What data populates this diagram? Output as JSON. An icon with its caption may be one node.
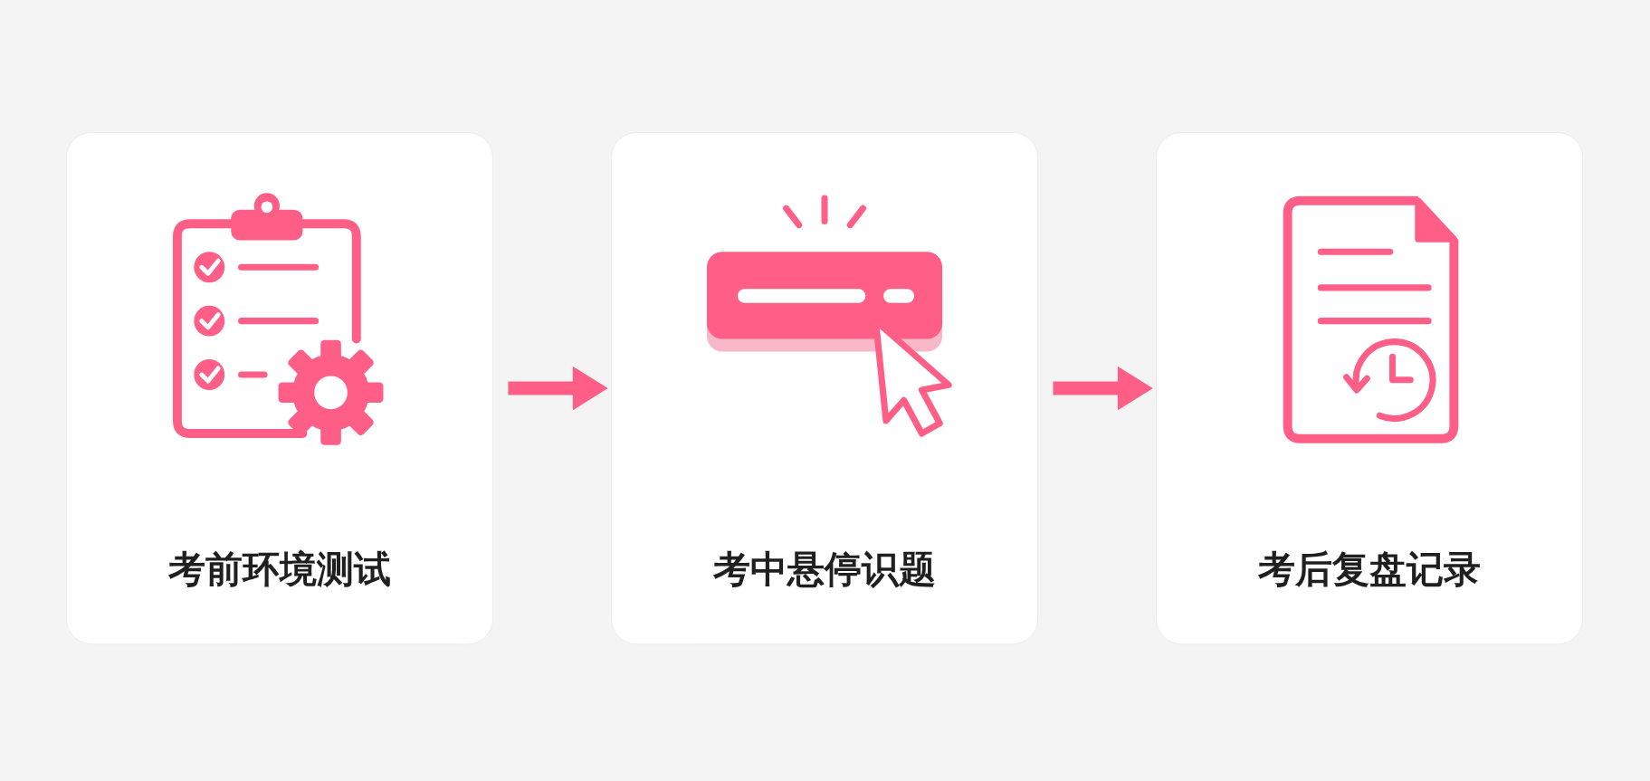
{
  "diagram": {
    "nodes": [
      {
        "text": [
          "考前环境测试"
        ]
      },
      {
        "text": [
          "考中悬停识题"
        ]
      },
      {
        "text": [
          "考后复盘记录"
        ]
      }
    ],
    "edges": [
      {
        "from": 0,
        "to": 1,
        "arrow": "to"
      },
      {
        "from": 1,
        "to": 2,
        "arrow": "to"
      }
    ]
  }
}
